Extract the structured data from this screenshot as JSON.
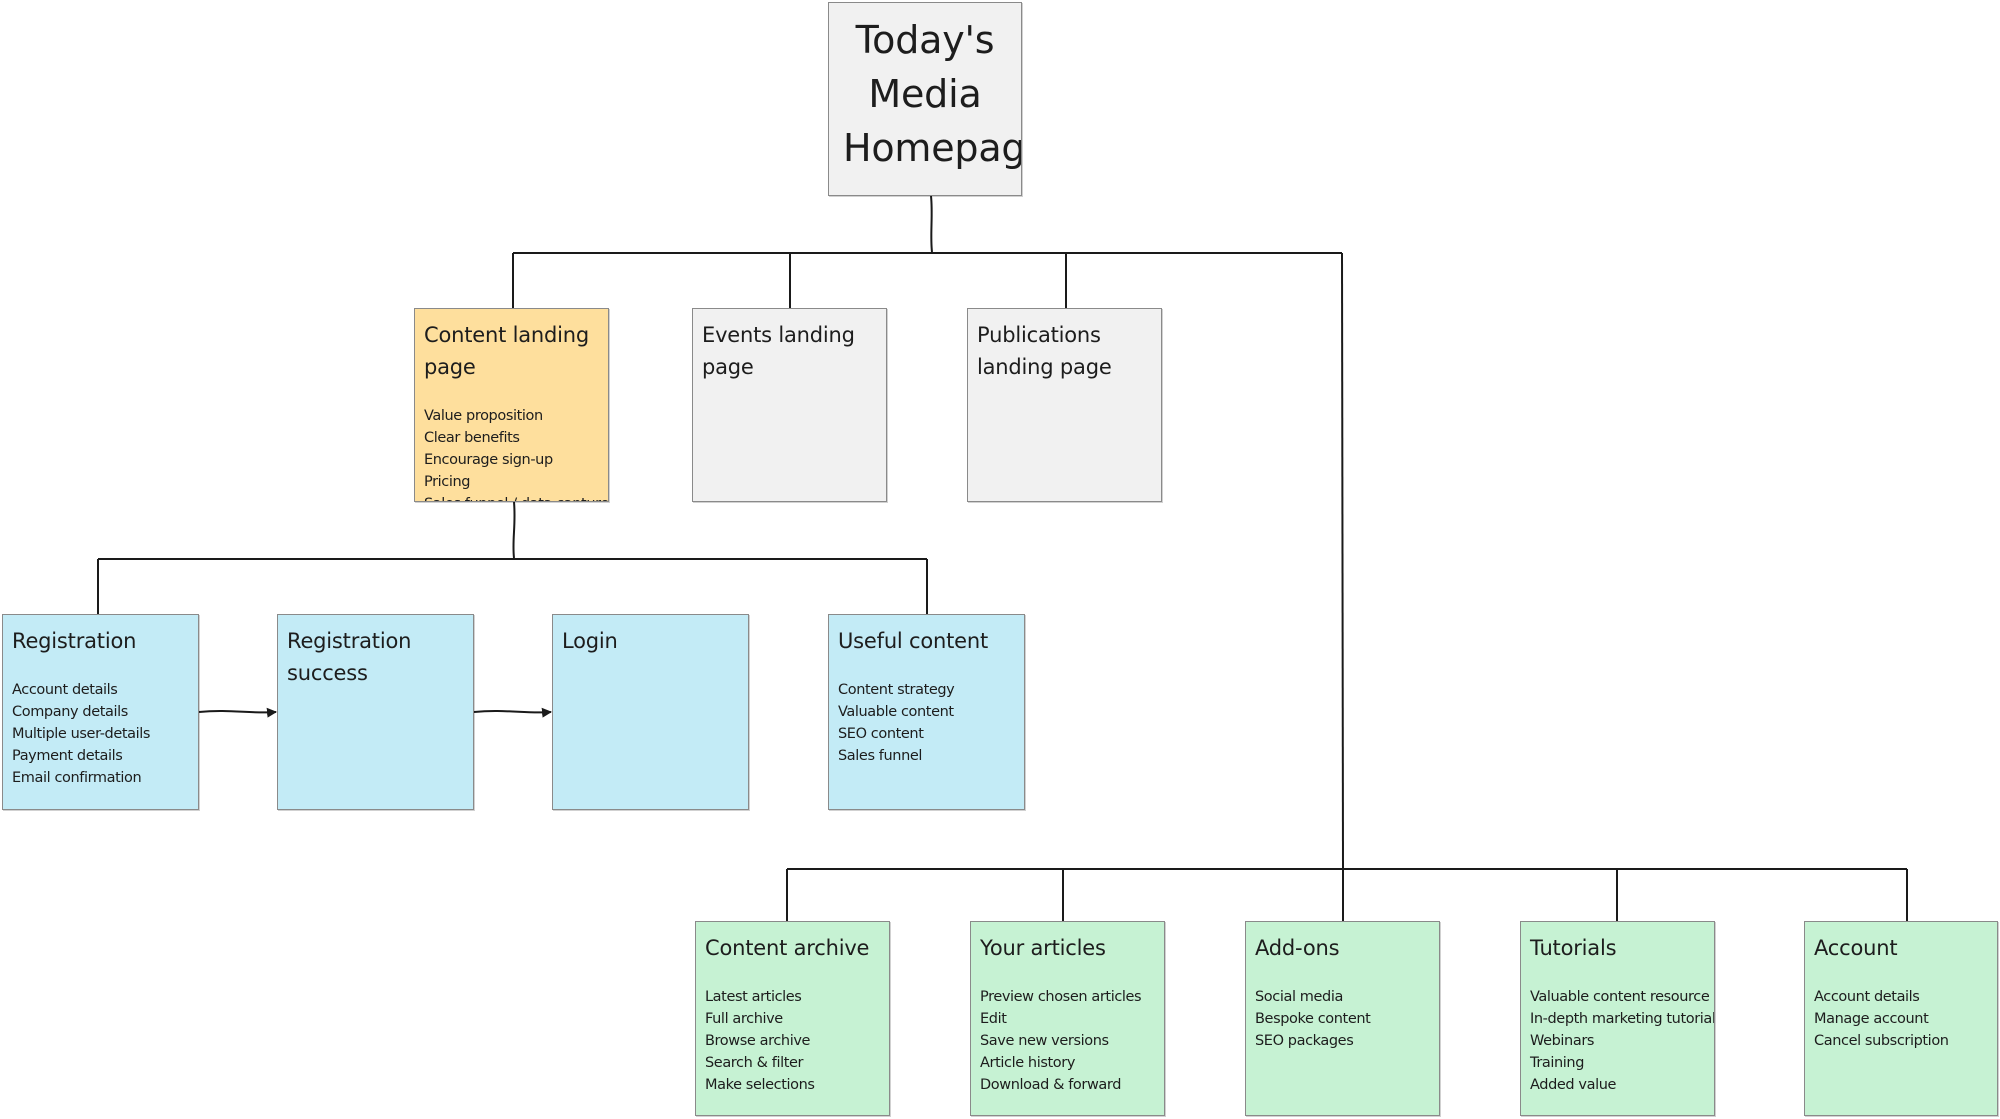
{
  "diagram": {
    "root": {
      "title": "Today's Media Homepage"
    },
    "content_landing": {
      "title": "Content landing page",
      "items": [
        "Value proposition",
        "Clear benefits",
        "Encourage sign-up",
        "Pricing",
        "Sales funnel / data capture"
      ]
    },
    "events_landing": {
      "title": "Events landing page"
    },
    "publications_landing": {
      "title": "Publications landing page"
    },
    "registration": {
      "title": "Registration",
      "items": [
        "Account details",
        "Company details",
        "Multiple user-details",
        "Payment details",
        "Email confirmation"
      ]
    },
    "registration_success": {
      "title": "Registration success"
    },
    "login": {
      "title": "Login"
    },
    "useful_content": {
      "title": "Useful content",
      "items": [
        "Content strategy",
        "Valuable content",
        "SEO content",
        "Sales funnel"
      ]
    },
    "content_archive": {
      "title": "Content archive",
      "items": [
        "Latest articles",
        "Full archive",
        "Browse archive",
        "Search & filter",
        "Make selections"
      ]
    },
    "your_articles": {
      "title": "Your articles",
      "items": [
        "Preview chosen articles",
        "Edit",
        "Save new versions",
        "Article history",
        "Download & forward"
      ]
    },
    "add_ons": {
      "title": "Add-ons",
      "items": [
        "Social media",
        "Bespoke content",
        "SEO packages"
      ]
    },
    "tutorials": {
      "title": "Tutorials",
      "items": [
        "Valuable content resource",
        "In-depth marketing tutorials",
        "Webinars",
        "Training",
        "Added value"
      ]
    },
    "account": {
      "title": "Account",
      "items": [
        "Account details",
        "Manage account",
        "Cancel subscription"
      ]
    }
  },
  "colors": {
    "root": "#f1f1f1",
    "gray": "#f1f1f1",
    "orange": "#fedf9d",
    "blue": "#c3ebf6",
    "green": "#c6f2d3",
    "line": "#1a1a1a"
  }
}
